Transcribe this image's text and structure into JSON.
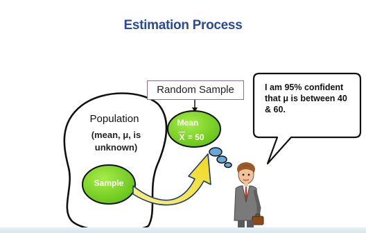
{
  "title": "Estimation Process",
  "random_sample_label": "Random Sample",
  "population": {
    "label": "Population",
    "detail": "(mean, μ, is unknown)"
  },
  "sample_label": "Sample",
  "mean_bubble": {
    "label": "Mean",
    "xbar": "X",
    "value": "= 50"
  },
  "speech_text": "I am 95% confident that μ is between 40 & 60.",
  "colors": {
    "title": "#2a4a9a",
    "green_fill": "#7ed321",
    "arrow_yellow": "#f2e030",
    "box_border": "#8a6a9a"
  }
}
